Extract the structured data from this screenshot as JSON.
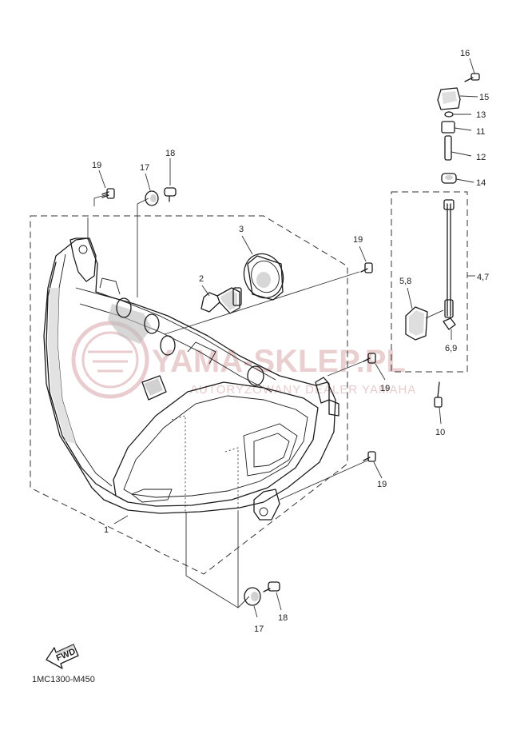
{
  "diagram": {
    "code": "1MC1300-M450",
    "fwd_label": "FWD",
    "watermark": {
      "main": "YAMA-SKLEP.PL",
      "sub": "AUTORYZOWANY DEALER YAMAHA"
    },
    "callouts": {
      "c1": "1",
      "c2": "2",
      "c3": "3",
      "c47": "4,7",
      "c58": "5,8",
      "c69": "6,9",
      "c10": "10",
      "c11": "11",
      "c12": "12",
      "c13": "13",
      "c14": "14",
      "c15": "15",
      "c16": "16",
      "c17a": "17",
      "c17b": "17",
      "c18a": "18",
      "c18b": "18",
      "c19a": "19",
      "c19b": "19",
      "c19c": "19",
      "c19d": "19"
    }
  }
}
